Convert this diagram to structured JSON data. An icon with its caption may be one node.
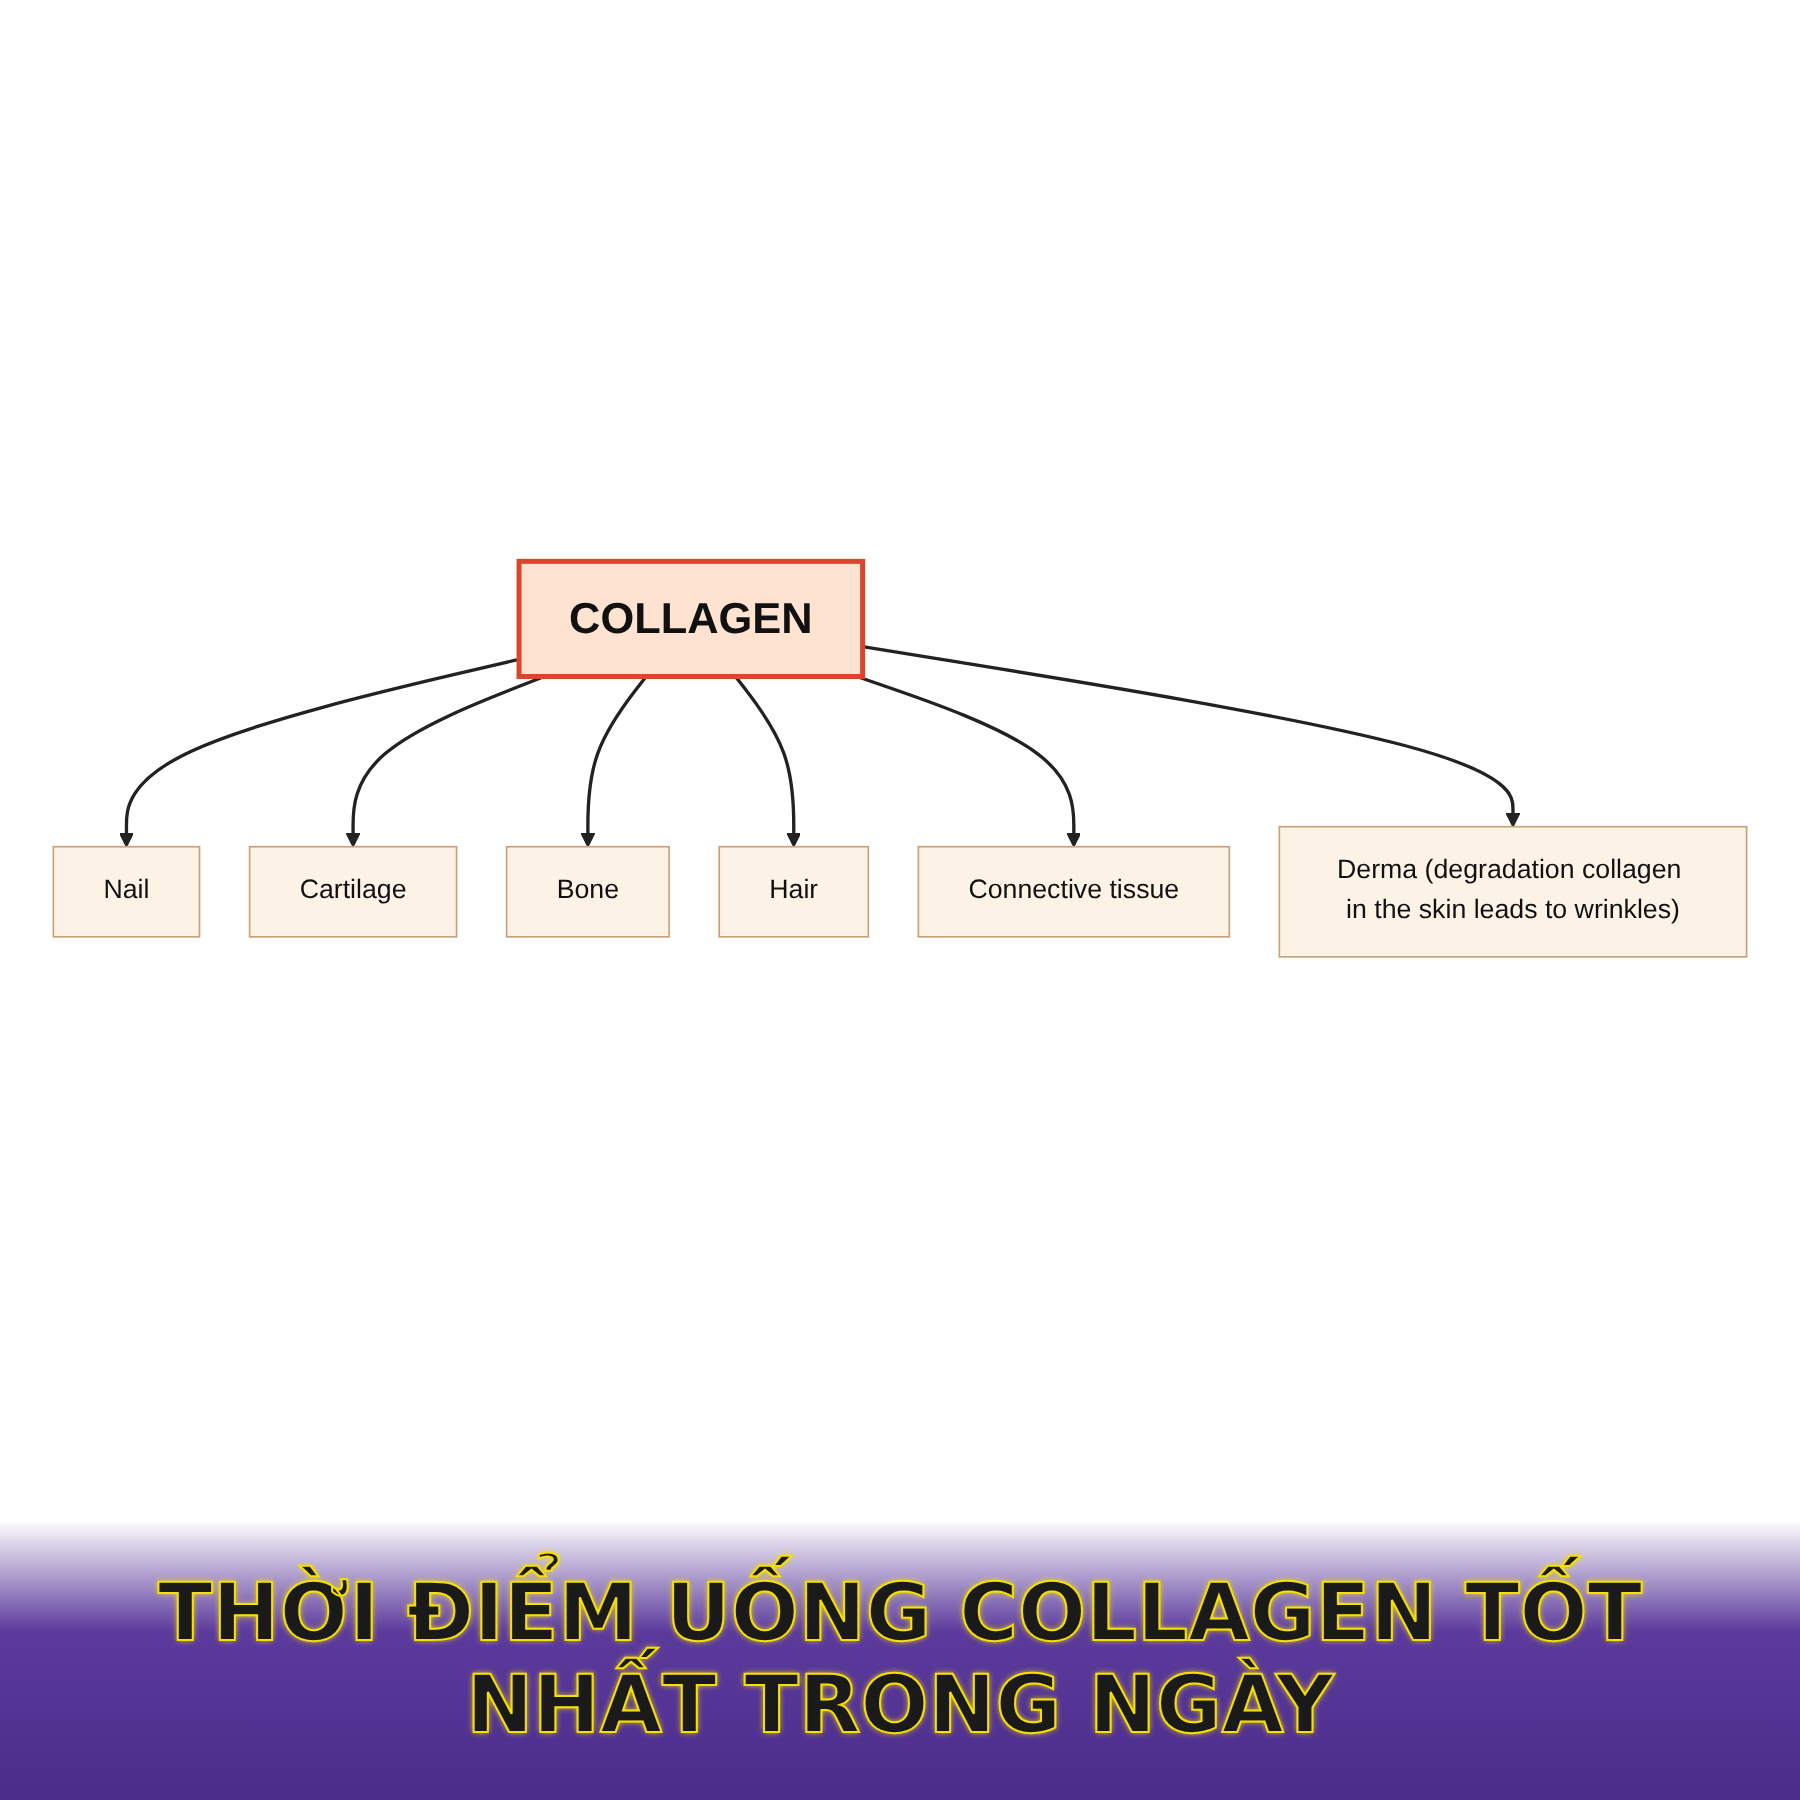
{
  "diagram": {
    "title": "THỜI ĐIỂM UỐNG COLLAGEN TỐT NHẤT TRONG NGÀY",
    "nodes": [
      {
        "text": [
          "COLLAGEN"
        ]
      },
      {
        "text": [
          "Nail"
        ]
      },
      {
        "text": [
          "Cartilage"
        ]
      },
      {
        "text": [
          "Bone"
        ]
      },
      {
        "text": [
          "Hair"
        ]
      },
      {
        "text": [
          "Connective tissue"
        ]
      },
      {
        "text": [
          "Derma (degradation collagen in the skin leads to wrinkles)"
        ]
      }
    ],
    "edges": [
      {
        "from": 0,
        "to": 1,
        "arrow": "to"
      },
      {
        "from": 0,
        "to": 2,
        "arrow": "to"
      },
      {
        "from": 0,
        "to": 3,
        "arrow": "to"
      },
      {
        "from": 0,
        "to": 4,
        "arrow": "to"
      },
      {
        "from": 0,
        "to": 5,
        "arrow": "to"
      },
      {
        "from": 0,
        "to": 6,
        "arrow": "to"
      }
    ]
  }
}
